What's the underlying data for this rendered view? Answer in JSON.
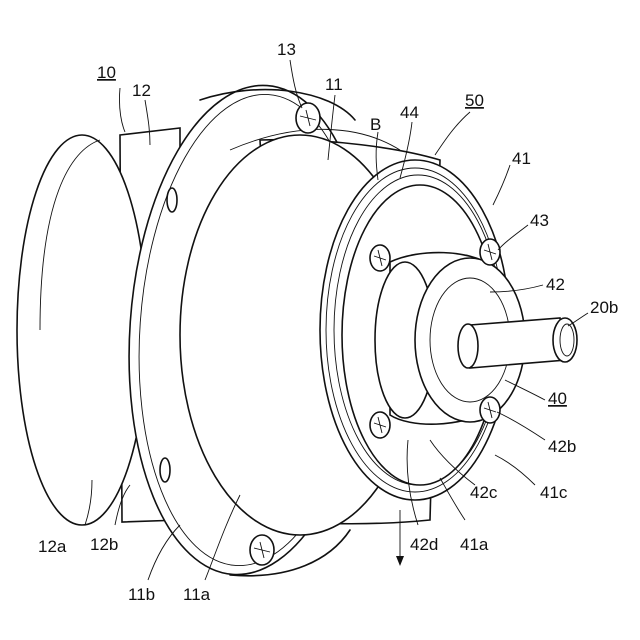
{
  "figure": {
    "labels": {
      "l10": "10",
      "l12": "12",
      "l13": "13",
      "l11": "11",
      "lB": "B",
      "l44": "44",
      "l50": "50",
      "l41": "41",
      "l43": "43",
      "l42": "42",
      "l20b": "20b",
      "l40": "40",
      "l42b": "42b",
      "l41c": "41c",
      "l42c": "42c",
      "l41a": "41a",
      "l42d": "42d",
      "l12a": "12a",
      "l12b": "12b",
      "l11b": "11b",
      "l11a": "11a"
    }
  }
}
